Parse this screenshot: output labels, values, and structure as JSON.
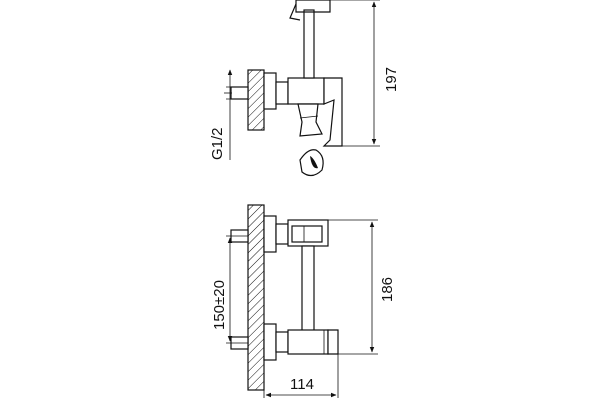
{
  "dimensions": {
    "height_side": "197",
    "thread": "G1/2",
    "height_front": "186",
    "centers": "150±20",
    "width": "114"
  },
  "colors": {
    "line": "#111111",
    "background": "#ffffff"
  }
}
